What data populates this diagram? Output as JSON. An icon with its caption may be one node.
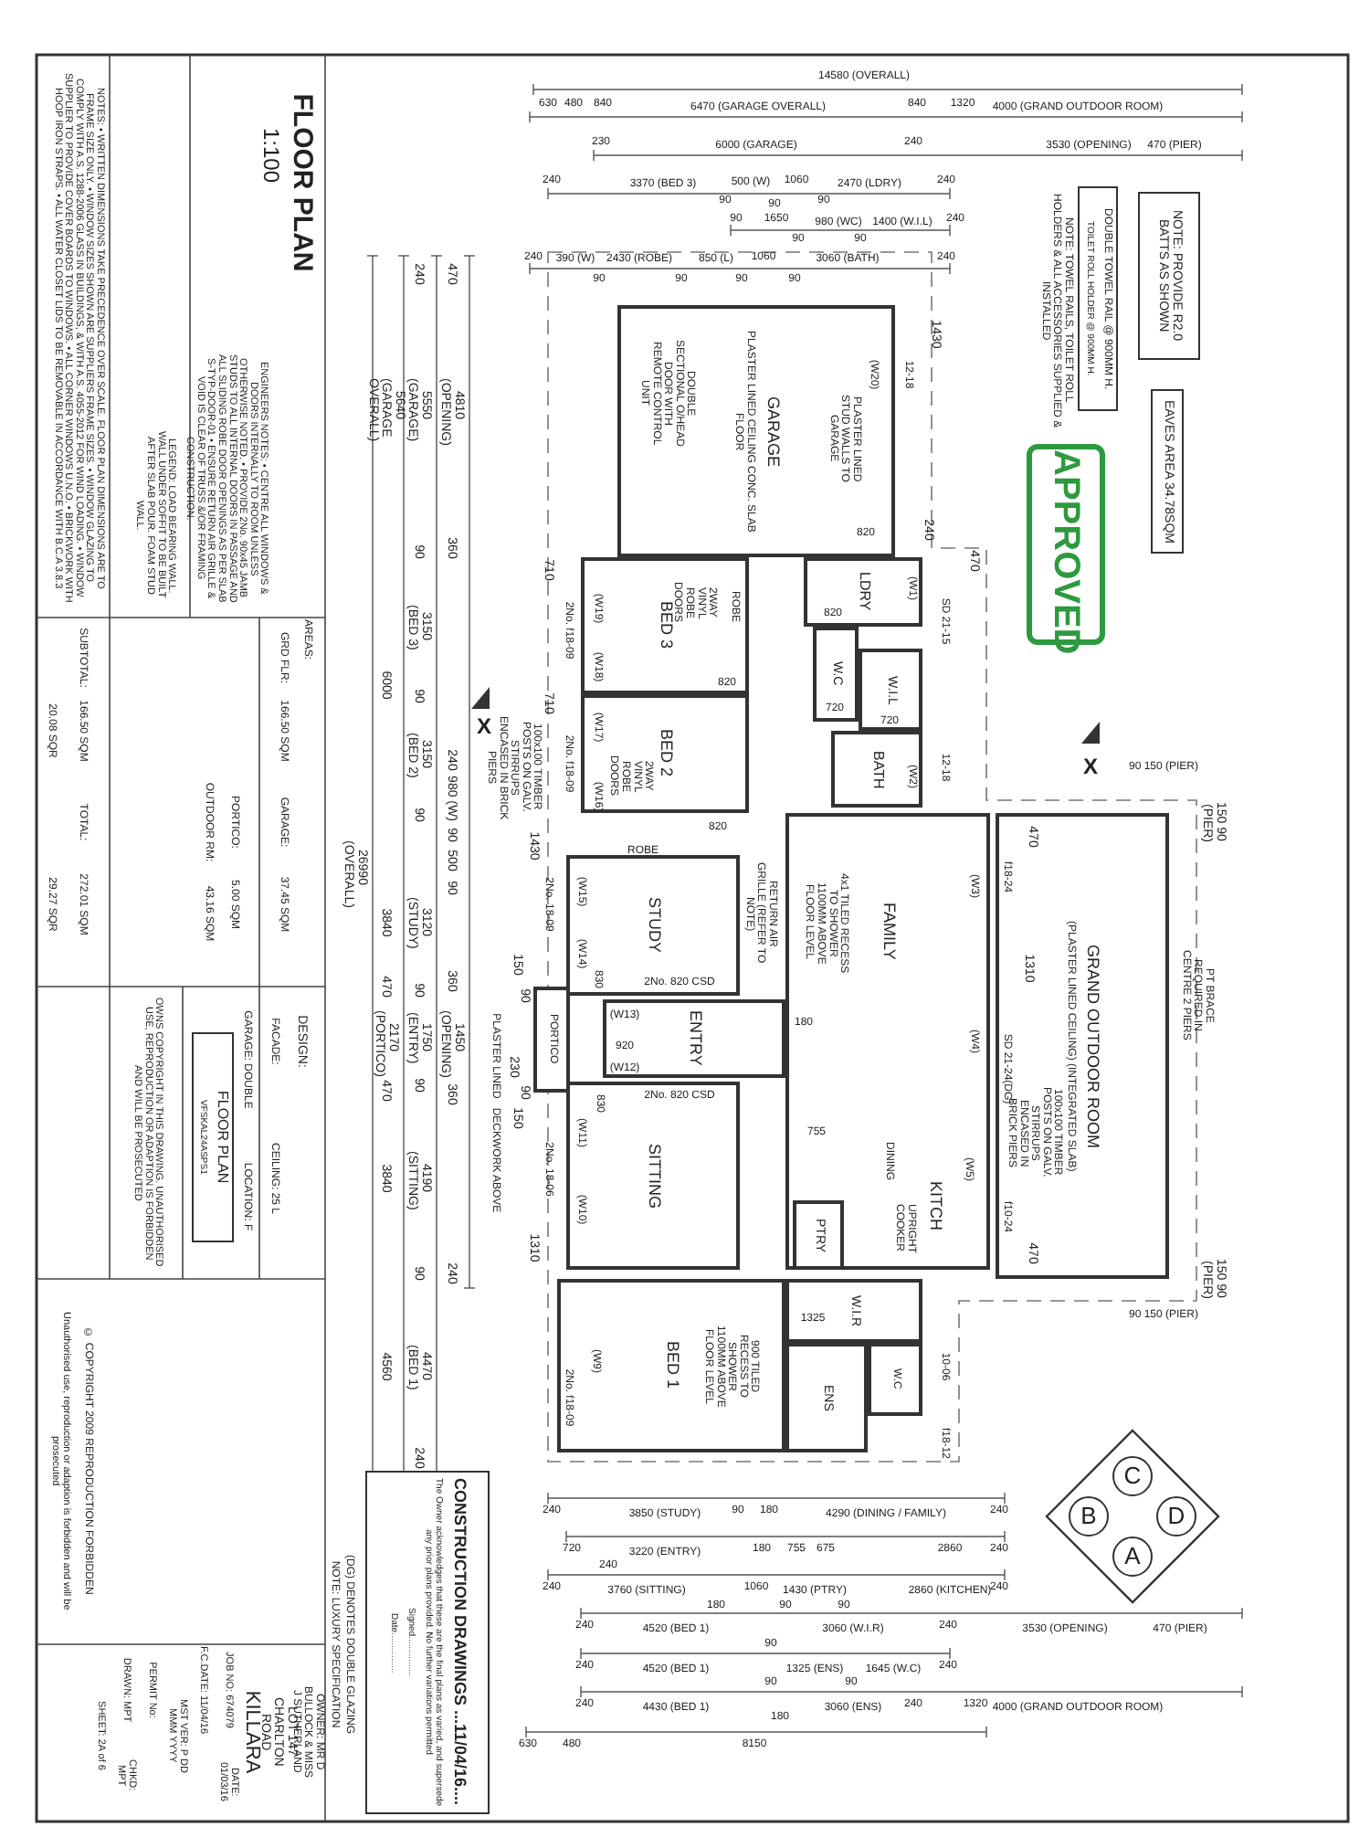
{
  "diagram": {
    "nodes": [
      {
        "text": [
          "GARAGE",
          "PLASTER LINED CEILING CONC. SLAB FLOOR"
        ]
      },
      {
        "text": [
          "BED 3"
        ]
      },
      {
        "text": [
          "LDRY"
        ]
      },
      {
        "text": [
          "W.C"
        ]
      },
      {
        "text": [
          "W.I.L"
        ]
      },
      {
        "text": [
          "BED 2"
        ]
      },
      {
        "text": [
          "BATH"
        ]
      },
      {
        "text": [
          "STUDY"
        ]
      },
      {
        "text": [
          "ENTRY"
        ]
      },
      {
        "text": [
          "PORTICO"
        ]
      },
      {
        "text": [
          "SITTING"
        ]
      },
      {
        "text": [
          "FAMILY",
          "DINING"
        ]
      },
      {
        "text": [
          "PTRY"
        ],
        "in": 11
      },
      {
        "text": [
          "GRAND OUTDOOR ROOM",
          "(PLASTER LINED CEILING) (INTEGRATED SLAB)"
        ]
      },
      {
        "text": [
          "BED 1"
        ]
      },
      {
        "text": [
          "W.I.R"
        ]
      },
      {
        "text": [
          "ENS"
        ]
      },
      {
        "text": [
          "W.C"
        ]
      },
      {
        "text": [
          "NOTE: PROVIDE R2.0 BATTS AS SHOWN"
        ]
      },
      {
        "text": [
          "DOUBLE TOWEL RAIL @ 900MM H.",
          "TOILET ROLL HOLDER @ 900MM H."
        ]
      },
      {
        "text": [
          "EAVES AREA 34.78SQM"
        ]
      },
      {
        "text": [
          "APPROVED"
        ]
      },
      {
        "text": [],
        "shape": "diamond"
      },
      {
        "text": [
          "C"
        ],
        "in": 22
      },
      {
        "text": [
          "B"
        ],
        "in": 22
      },
      {
        "text": [
          "D"
        ],
        "in": 22
      },
      {
        "text": [
          "A"
        ],
        "in": 22
      },
      {
        "text": [
          "CONSTRUCTION DRAWINGS ...11/04/16....",
          "The Owner acknowledges that these are the final plans as varied, and supersede any prior plans provided. No further variations permitted",
          "Signed................",
          "Date................"
        ]
      },
      {
        "text": [
          "FLOOR PLAN",
          "VFSKAL24ASPS1"
        ]
      }
    ],
    "labels": [
      "14580 (OVERALL)",
      "630",
      "480",
      "840",
      "6470 (GARAGE OVERALL)",
      "840",
      "1320",
      "4000 (GRAND OUTDOOR ROOM)",
      "230",
      "6000 (GARAGE)",
      "240",
      "3530 (OPENING)",
      "470 (PIER)",
      "240",
      "3370 (BED 3)",
      "90",
      "500 (W)",
      "90",
      "1060",
      "90",
      "2470 (LDRY)",
      "240",
      "90",
      "1650",
      "90",
      "980 (WC)",
      "90",
      "1400 (W.I.L)",
      "240",
      "240",
      "390 (W)",
      "90",
      "2430 (ROBE)",
      "90",
      "850 (L)",
      "1060",
      "90",
      "90",
      "3060 (BATH)",
      "240",
      "240",
      "3850 (STUDY)",
      "90",
      "180",
      "4290 (DINING / FAMILY)",
      "240",
      "720",
      "240",
      "3220 (ENTRY)",
      "180",
      "755",
      "675",
      "2860",
      "240",
      "240",
      "3760 (SITTING)",
      "180",
      "90",
      "1060",
      "1430 (PTRY)",
      "90",
      "2860 (KITCHEN)",
      "240",
      "240",
      "4520 (BED 1)",
      "90",
      "3060 (W.I.R)",
      "240",
      "3530 (OPENING)",
      "470 (PIER)",
      "240",
      "4520 (BED 1)",
      "90",
      "1325 (ENS)",
      "90",
      "1645 (W.C)",
      "240",
      "240",
      "4430 (BED 1)",
      "180",
      "3060 (ENS)",
      "240",
      "1320",
      "4000 (GRAND OUTDOOR ROOM)",
      "630",
      "480",
      "8150",
      "240",
      "5550 (GARAGE)",
      "90",
      "3150 (BED 3)",
      "90",
      "3150 (BED 2)",
      "90",
      "3120 (STUDY)",
      "90",
      "1750 (ENTRY)",
      "90",
      "4190 (SITTING)",
      "90",
      "4470 (BED 1)",
      "240",
      "470",
      "4810 (OPENING)",
      "360",
      "240",
      "980 (W)",
      "90",
      "500",
      "90",
      "360",
      "1450 (OPENING)",
      "360",
      "240",
      "5640 (GARAGE OVERALL)",
      "6000",
      "3840",
      "470",
      "2170 (PORTICO)",
      "470",
      "3840",
      "4560",
      "26990 (OVERALL)",
      "1430",
      "470",
      "240",
      "710",
      "710",
      "1430",
      "1310",
      "470",
      "1310",
      "470",
      "90 150 (PIER)",
      "150 90 (PIER)",
      "150 90 (PIER)",
      "90 150 (PIER)",
      "150",
      "90",
      "230",
      "90",
      "150",
      "DOUBLE SECTIONAL O/HEAD DOOR WITH REMOTE CONTROL UNIT",
      "PLASTER LINED STUD WALLS TO GARAGE",
      "(W20)",
      "12-18",
      "820",
      "(W19)",
      "(W18)",
      "2No. f18-09",
      "2WAY VINYL ROBE DOORS",
      "ROBE",
      "820",
      "(W1)",
      "SD 21-15",
      "720",
      "720",
      "820",
      "(W17)",
      "(W16)",
      "2No. f18-09",
      "2WAY VINYL ROBE DOORS",
      "ROBE",
      "820",
      "(W2)",
      "12-18",
      "4x1 TILED RECESS TO SHOWER 1100MM ABOVE FLOOR LEVEL",
      "(W15)",
      "(W14)",
      "2No. 18-09",
      "RETURN AIR GRILLE (REFER TO NOTE)",
      "2No. 820 CSD",
      "830",
      "(W13)",
      "920",
      "(W12)",
      "2No. 820 CSD",
      "180",
      "100x100 TIMBER POSTS ON GALV. STIRRUPS ENCASED IN BRICK PIERS",
      "PLASTER LINED",
      "DECKWORK ABOVE",
      "(W11)",
      "(W10)",
      "2No. 18-06",
      "830",
      "(W3)",
      "(W4)",
      "f18-24",
      "SD 21-24(DG)",
      "755",
      "KITCH",
      "(W5)",
      "UPRIGHT COOKER",
      "f10-24",
      "100x100 TIMBER POSTS ON GALV. STIRRUPS ENCASED IN BRICK PIERS",
      "PT BRACE REQUIRED IN CENTRE 2 PIERS",
      "(W9)",
      "2No. f18-09",
      "1325",
      "10-06",
      "f18-12",
      "900 TILED RECESS TO SHOWER 1100MM ABOVE FLOOR LEVEL",
      "X",
      "X",
      "NOTE: TOWEL RAILS, TOILET ROLL HOLDERS & ALL ACCESSORIES SUPPLIED & INSTALLED",
      "FLOOR PLAN",
      "1:100",
      "NOTES: • WRITTEN DIMENSIONS TAKE PRECEDENCE OVER SCALE. FLOOR PLAN DIMENSIONS ARE TO FRAME SIZE ONLY. • WINDOW SIZES SHOWN ARE SUPPLIERS FRAME SIZES. • WINDOW GLAZING TO COMPLY WITH A.S. 1288-2006 GLASS IN BUILDINGS, & WITH A.S. 4055-2012 FOR WIND LOADING. • WINDOW SUPPLIER TO PROVIDE COVER BOARDS TO WINDOWS. • ALL CORNER WINDOWS U.N.O. • BRICKWORK WITH HOOP IRON STRAPS. • ALL WATER CLOSET LIDS TO BE REMOVABLE IN ACCORDANCE WITH B.C.A 3.8.3",
      "LEGEND: LOAD BEARING WALL. WALL UNDER SOFFIT TO BE BUILT AFTER SLAB POUR. FOAM STUD WALL.",
      "ENGINEERS NOTES: • CENTRE ALL WINDOWS & DOORS INTERNALLY TO ROOM UNLESS OTHERWISE NOTED. • PROVIDE 2No. 90x45 JAMB STUDS TO ALL INTERNAL DOORS IN PASSAGE AND ALL SLIDING ROBE DOOR OPENINGS AS PER SLAB S-TYP-DOOR-01 • ENSURE RETURN AIR GRILLE & VOID IS CLEAR OF TRUSS &/OR FRAMING CONSTRUCTION.",
      "20.08 SQR",
      "29.27 SQR",
      "SUBTOTAL:",
      "166.50 SQM",
      "TOTAL:",
      "272.01 SQM",
      "OUTDOOR RM:",
      "43.16 SQM",
      "PORTICO:",
      "5.00 SQM",
      "GRD FLR:",
      "166.50 SQM",
      "GARAGE:",
      "37.45 SQM",
      "AREAS:",
      "OWNS COPYRIGHT IN THIS DRAWING. UNAUTHORISED USE, REPRODUCTION OR ADAPTION IS FORBIDDEN AND WILL BE PROSECUTED",
      "GARAGE: DOUBLE",
      "LOCATION: F",
      "FACADE:",
      "CEILING: 25 L",
      "DESIGN:",
      "Unauthorised use, reproduction or adaption is forbidden and will be prosecuted",
      "© COPYRIGHT 2009 REPRODUCTION FORBIDDEN",
      "SHEET: 2A of 6",
      "DRAWN: MPT",
      "CHKD: MPT",
      "PERMIT No:",
      "MST VER: P DD MMM YYYY",
      "F.C.DATE: 11/04/16",
      "JOB NO: 674079",
      "DATE: 01/03/16",
      "KILLARA",
      "LOT 147 CHARLTON ROAD",
      "OWNER: MR D BULLOCK & MISS J SUTHERLAND",
      "NOTE: LUXURY SPECIFICATION",
      "(DG) DENOTES DOUBLE GLAZING"
    ]
  }
}
